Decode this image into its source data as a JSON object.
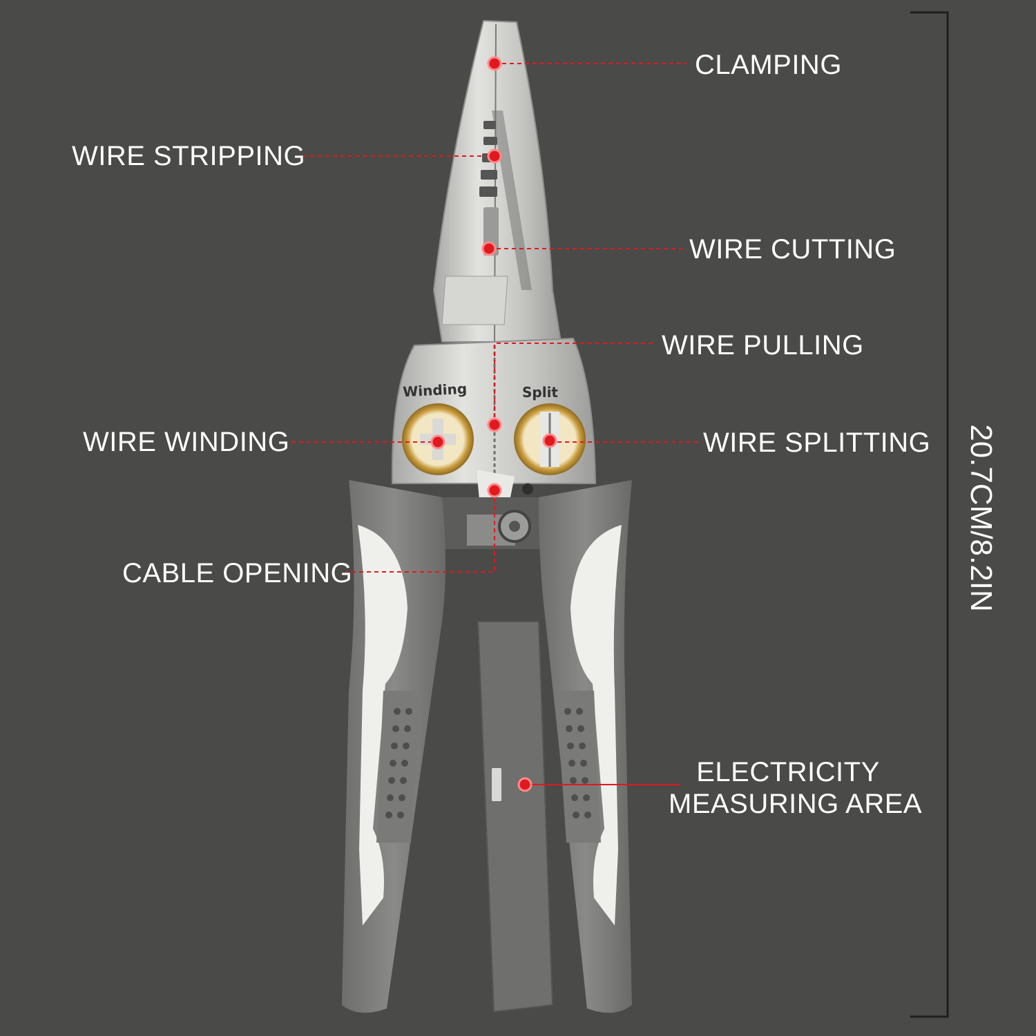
{
  "product": {
    "name_icon": "combination-pliers-illustration",
    "colors": {
      "background": "#4a4a48",
      "steel": "#c9c9c7",
      "handle_gray": "#7d7d7b",
      "handle_white": "#efefec",
      "brass": "#c9a24a",
      "marker_red": "#e0191f"
    }
  },
  "engraving": {
    "winding": "Winding",
    "split": "Split"
  },
  "callouts": {
    "clamping": "CLAMPING",
    "wire_stripping": "WIRE STRIPPING",
    "wire_cutting": "WIRE CUTTING",
    "wire_pulling": "WIRE PULLING",
    "wire_winding": "WIRE WINDING",
    "wire_splitting": "WIRE SPLITTING",
    "cable_opening": "CABLE OPENING",
    "electricity_line1": "ELECTRICITY",
    "electricity_line2": "MEASURING AREA"
  },
  "dimension": {
    "length": "20.7CM/8.2IN"
  }
}
